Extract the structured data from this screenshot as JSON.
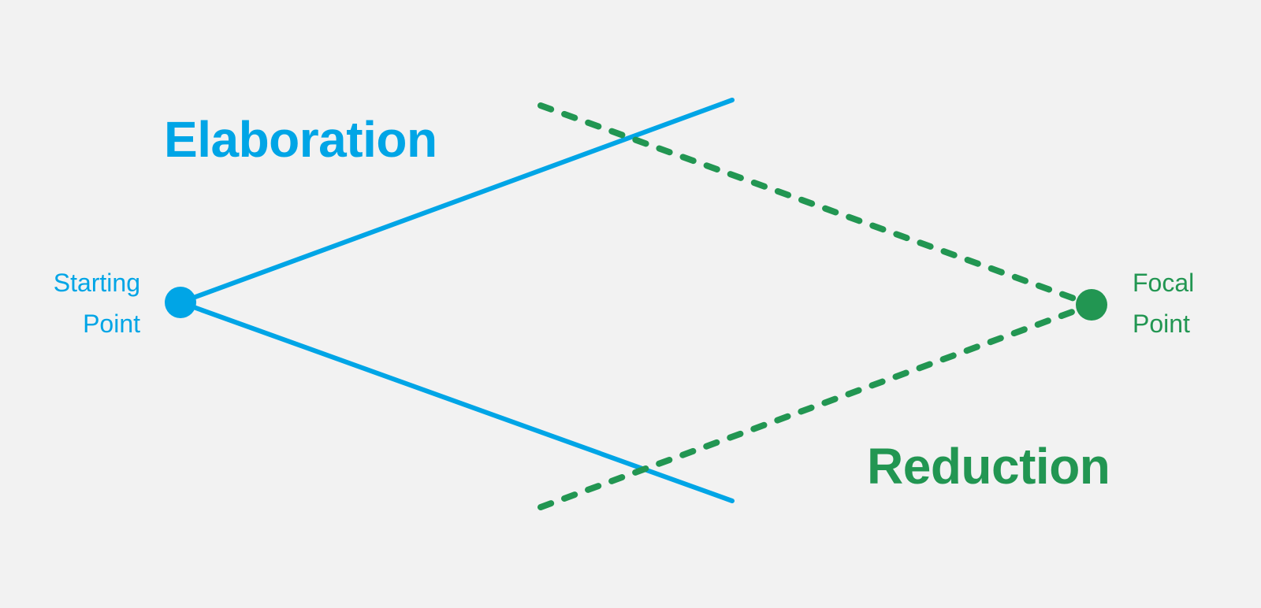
{
  "colors": {
    "background": "#f2f2f2",
    "elaboration": "#00a5e6",
    "reduction": "#229652"
  },
  "labels": {
    "elaboration": "Elaboration",
    "reduction": "Reduction",
    "starting_line1": "Starting",
    "starting_line2": "Point",
    "focal_line1": "Focal",
    "focal_line2": "Point"
  }
}
